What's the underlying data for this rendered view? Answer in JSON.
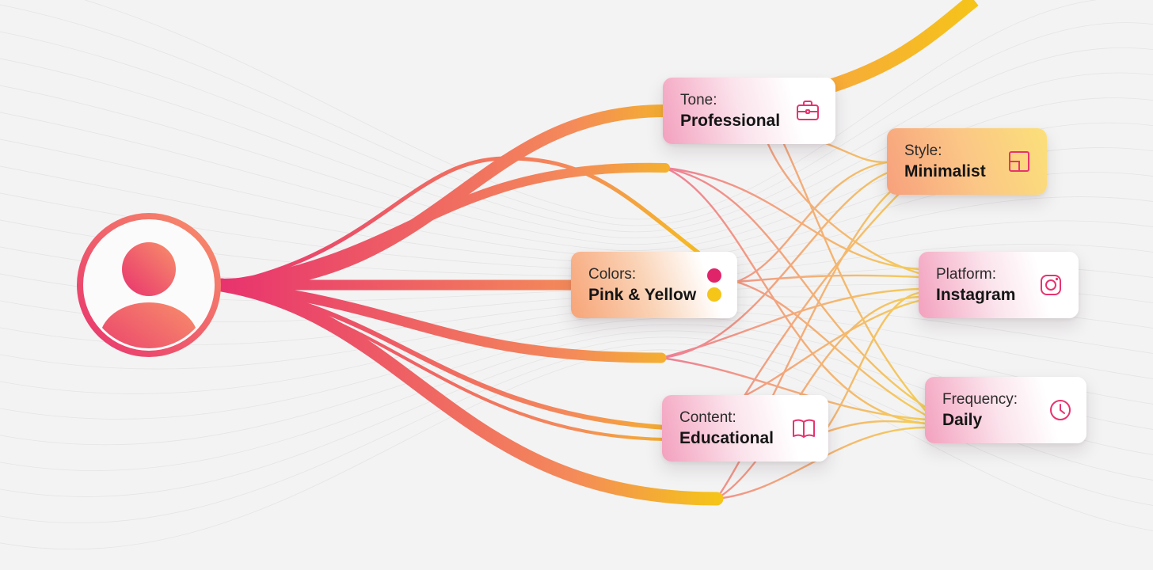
{
  "colors": {
    "pink": "#e8336e",
    "orange": "#f59058",
    "yellow": "#f5c518",
    "background": "#f3f3f3"
  },
  "nodes": [
    {
      "id": "tone",
      "label": "Tone:",
      "value": "Professional",
      "icon": "briefcase-icon"
    },
    {
      "id": "style",
      "label": "Style:",
      "value": "Minimalist",
      "icon": "layout-icon"
    },
    {
      "id": "colors",
      "label": "Colors:",
      "value": "Pink & Yellow",
      "icon": "color-dots-icon"
    },
    {
      "id": "platform",
      "label": "Platform:",
      "value": "Instagram",
      "icon": "instagram-icon"
    },
    {
      "id": "frequency",
      "label": "Frequency:",
      "value": "Daily",
      "icon": "clock-icon"
    },
    {
      "id": "content",
      "label": "Content:",
      "value": "Educational",
      "icon": "book-icon"
    }
  ],
  "user": {
    "icon": "user-avatar-icon"
  }
}
